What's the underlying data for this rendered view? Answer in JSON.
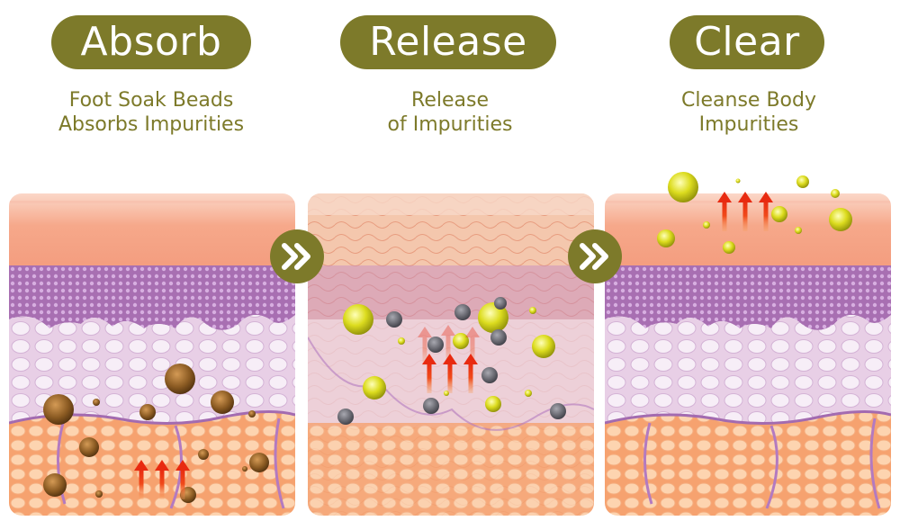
{
  "stages": [
    {
      "title": "Absorb",
      "caption_line1": "Foot Soak Beads",
      "caption_line2": "Absorbs Impurities"
    },
    {
      "title": "Release",
      "caption_line1": "Release",
      "caption_line2": "of Impurities"
    },
    {
      "title": "Clear",
      "caption_line1": "Cleanse Body",
      "caption_line2": "Impurities"
    }
  ],
  "connectors": [
    {
      "icon": "double-chevron-right-icon"
    },
    {
      "icon": "double-chevron-right-icon"
    }
  ],
  "colors": {
    "olive": "#7d7a2a",
    "surface_skin": "#f6a88a",
    "dermis_purple": "#b07ab8",
    "fat_orange": "#f8b68a",
    "impurity_brown": "#8a5a22",
    "toxin_yellow": "#d8d61c",
    "arrow_red": "#e82a10"
  }
}
